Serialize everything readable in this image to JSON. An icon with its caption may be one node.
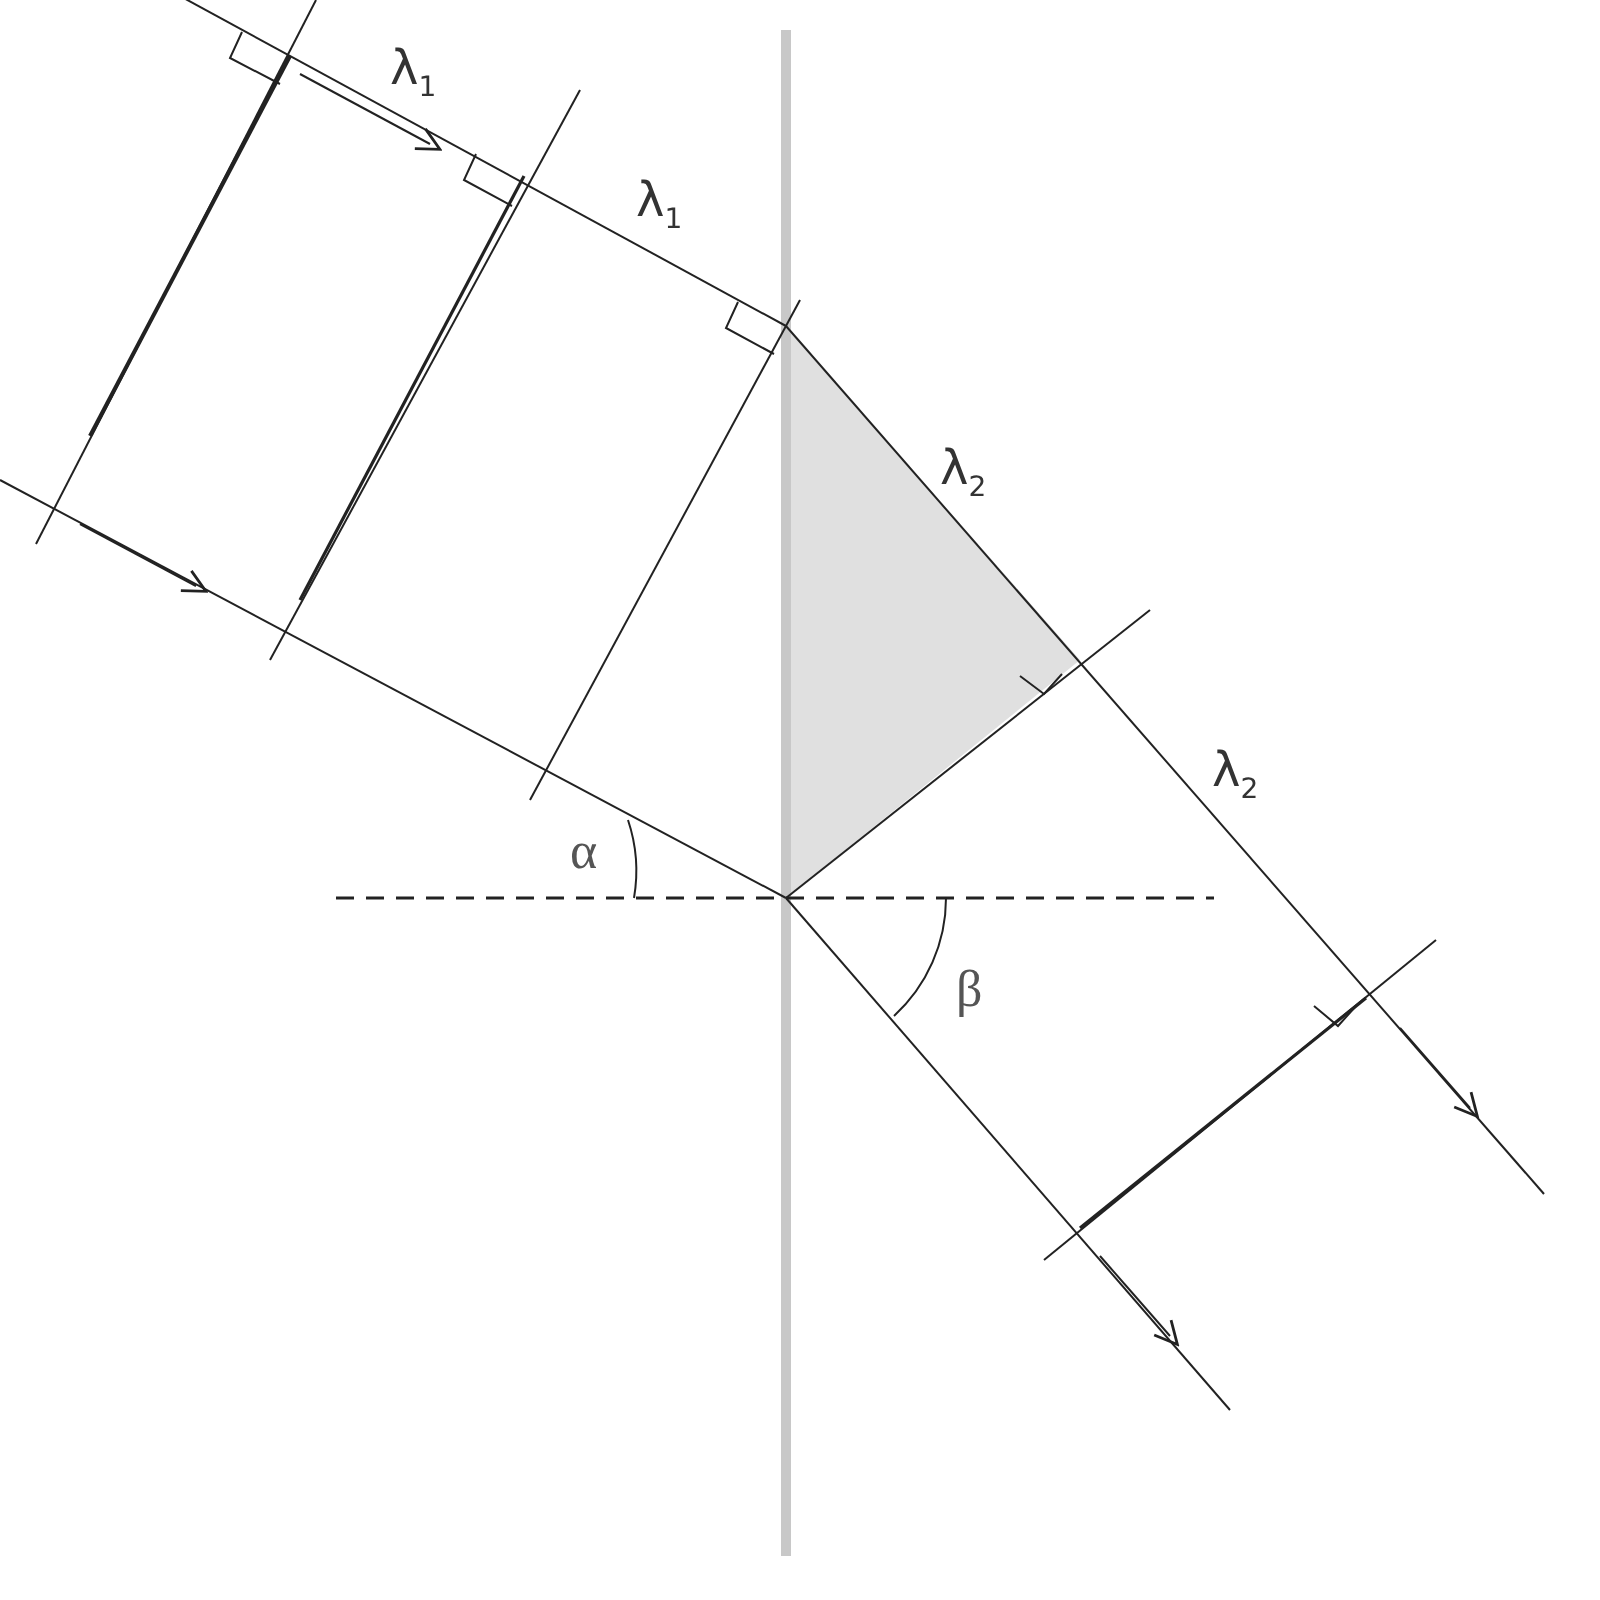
{
  "diagram": {
    "labels": [
      "λ$_{1}$",
      "λ$_{1}$",
      "λ$_{2}$",
      "λ$_{2}$",
      "α",
      "β"
    ]
  }
}
